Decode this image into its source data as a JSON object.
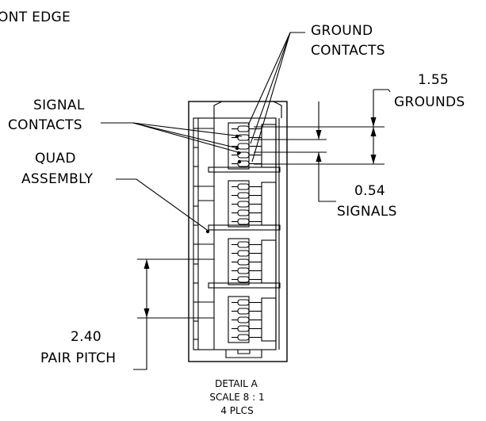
{
  "labels": {
    "front_edge": "ONT EDGE",
    "ground_contacts_line1": "GROUND",
    "ground_contacts_line2": "CONTACTS",
    "signal_contacts_line1": "SIGNAL",
    "signal_contacts_line2": "CONTACTS",
    "quad_assembly_line1": "QUAD",
    "quad_assembly_line2": "ASSEMBLY"
  },
  "dimensions": {
    "grounds_value": "1.55",
    "grounds_label": "GROUNDS",
    "signals_value": "0.54",
    "signals_label": "SIGNALS",
    "pair_pitch_value": "2.40",
    "pair_pitch_label": "PAIR PITCH"
  },
  "detail": {
    "name": "DETAIL A",
    "scale": "SCALE 8 : 1",
    "count": "4 PLCS"
  }
}
